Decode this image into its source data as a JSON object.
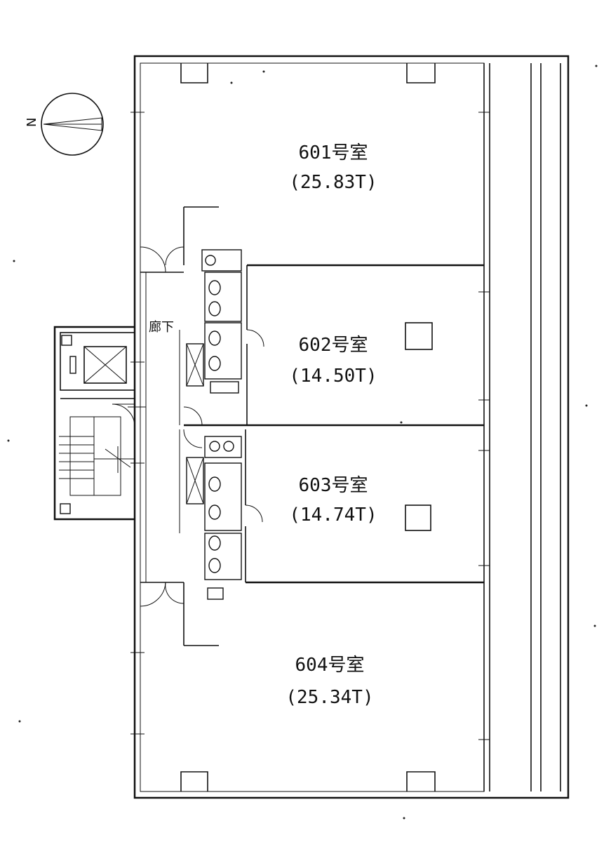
{
  "north_symbol": "N",
  "corridor_label": "廊下",
  "rooms": [
    {
      "name": "601号室",
      "area": "(25.83T)"
    },
    {
      "name": "602号室",
      "area": "(14.50T)"
    },
    {
      "name": "603号室",
      "area": "(14.74T)"
    },
    {
      "name": "604号室",
      "area": "(25.34T)"
    }
  ],
  "colors": {
    "line": "#111111",
    "background": "#ffffff"
  }
}
